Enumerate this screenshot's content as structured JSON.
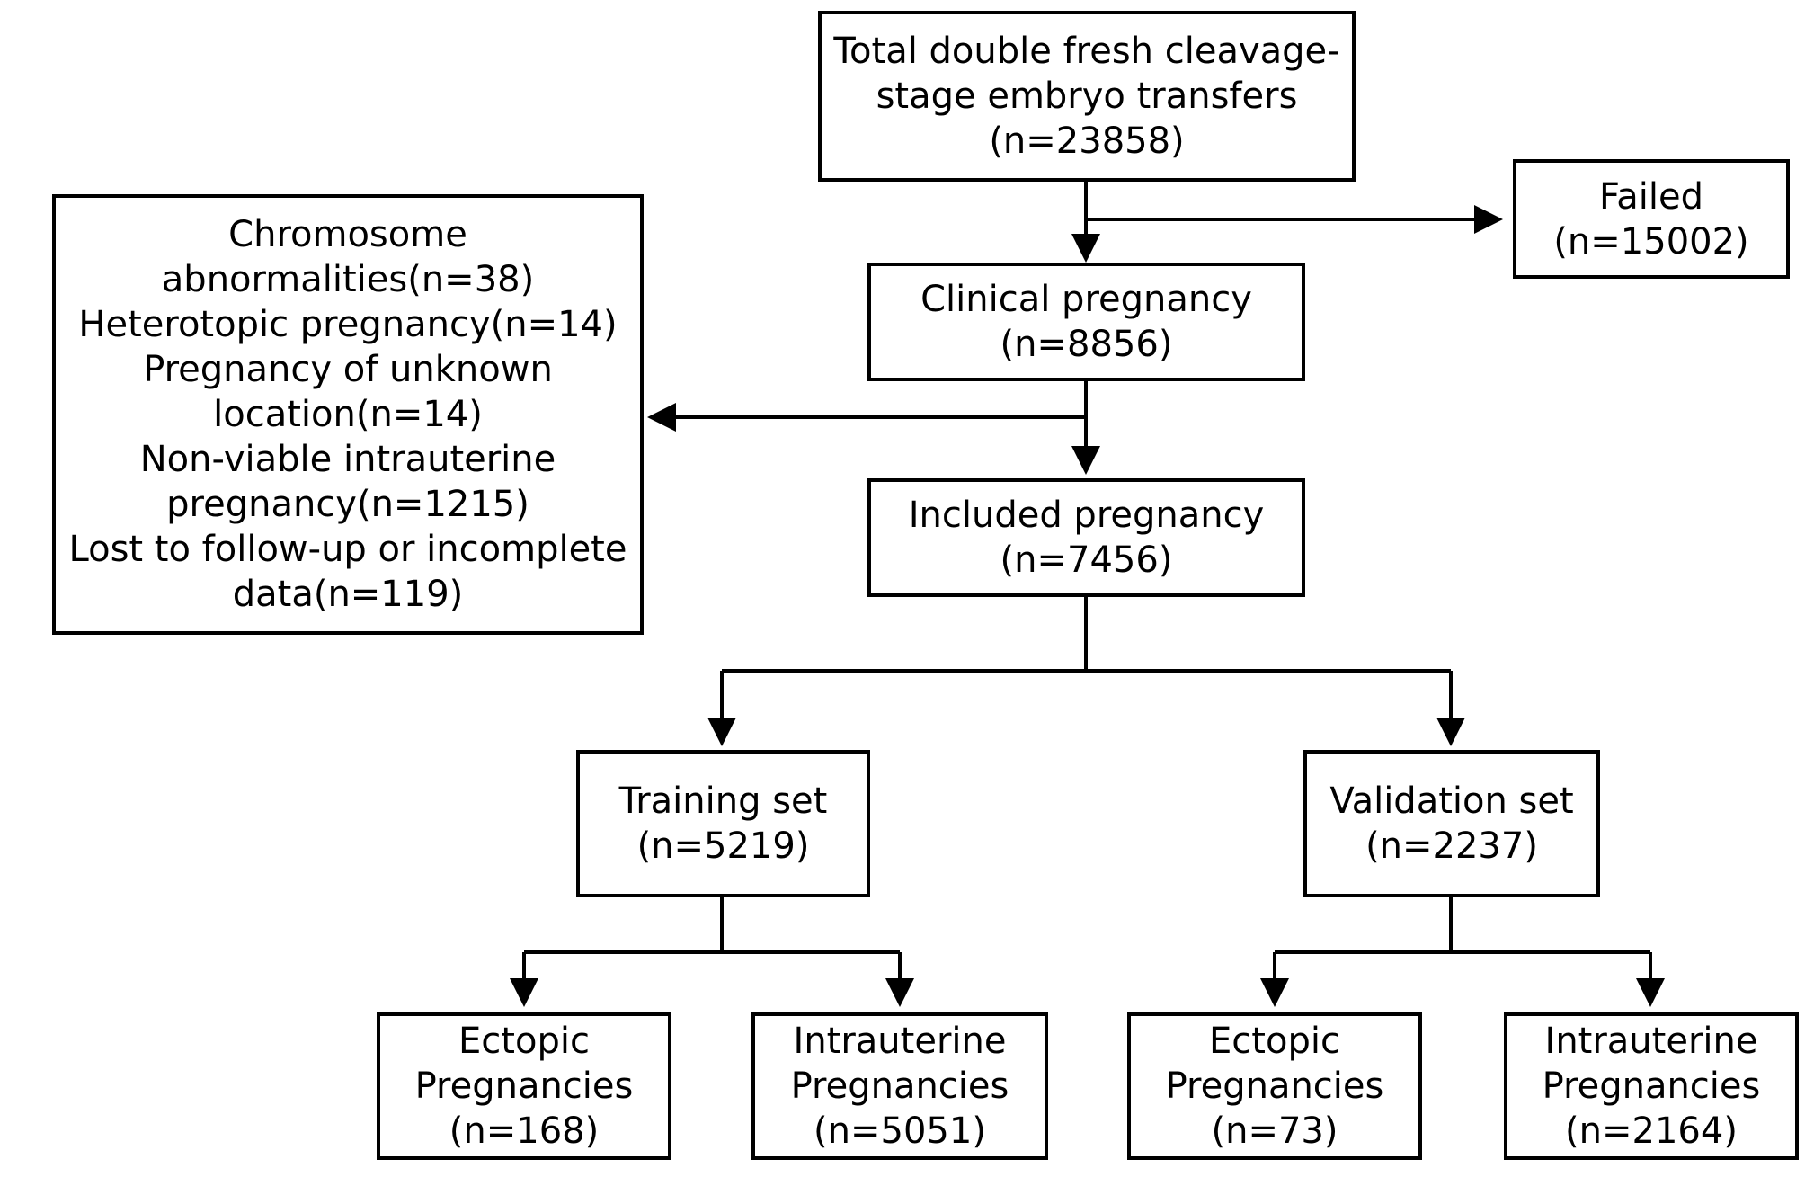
{
  "nodes": {
    "total": {
      "lines": [
        "Total double fresh cleavage-",
        "stage embryo transfers",
        "(n=23858)"
      ]
    },
    "failed": {
      "lines": [
        "Failed",
        "(n=15002)"
      ]
    },
    "clinical": {
      "lines": [
        "Clinical pregnancy",
        "(n=8856)"
      ]
    },
    "excluded": {
      "lines": [
        "Chromosome",
        "abnormalities(n=38)",
        "Heterotopic pregnancy(n=14)",
        "Pregnancy of unknown",
        "location(n=14)",
        "Non-viable intrauterine",
        "pregnancy(n=1215)",
        "Lost to follow-up or incomplete",
        "data(n=119)"
      ]
    },
    "included": {
      "lines": [
        "Included pregnancy",
        "(n=7456)"
      ]
    },
    "training": {
      "lines": [
        "Training set",
        "(n=5219)"
      ]
    },
    "validation": {
      "lines": [
        "Validation set",
        "(n=2237)"
      ]
    },
    "train_ectopic": {
      "lines": [
        "Ectopic",
        "Pregnancies",
        "(n=168)"
      ]
    },
    "train_intrauterine": {
      "lines": [
        "Intrauterine",
        "Pregnancies",
        "(n=5051)"
      ]
    },
    "valid_ectopic": {
      "lines": [
        "Ectopic",
        "Pregnancies",
        "(n=73)"
      ]
    },
    "valid_intrauterine": {
      "lines": [
        "Intrauterine",
        "Pregnancies",
        "(n=2164)"
      ]
    }
  },
  "style": {
    "line_color": "#000000",
    "box_border": "#000000",
    "background": "#ffffff"
  }
}
